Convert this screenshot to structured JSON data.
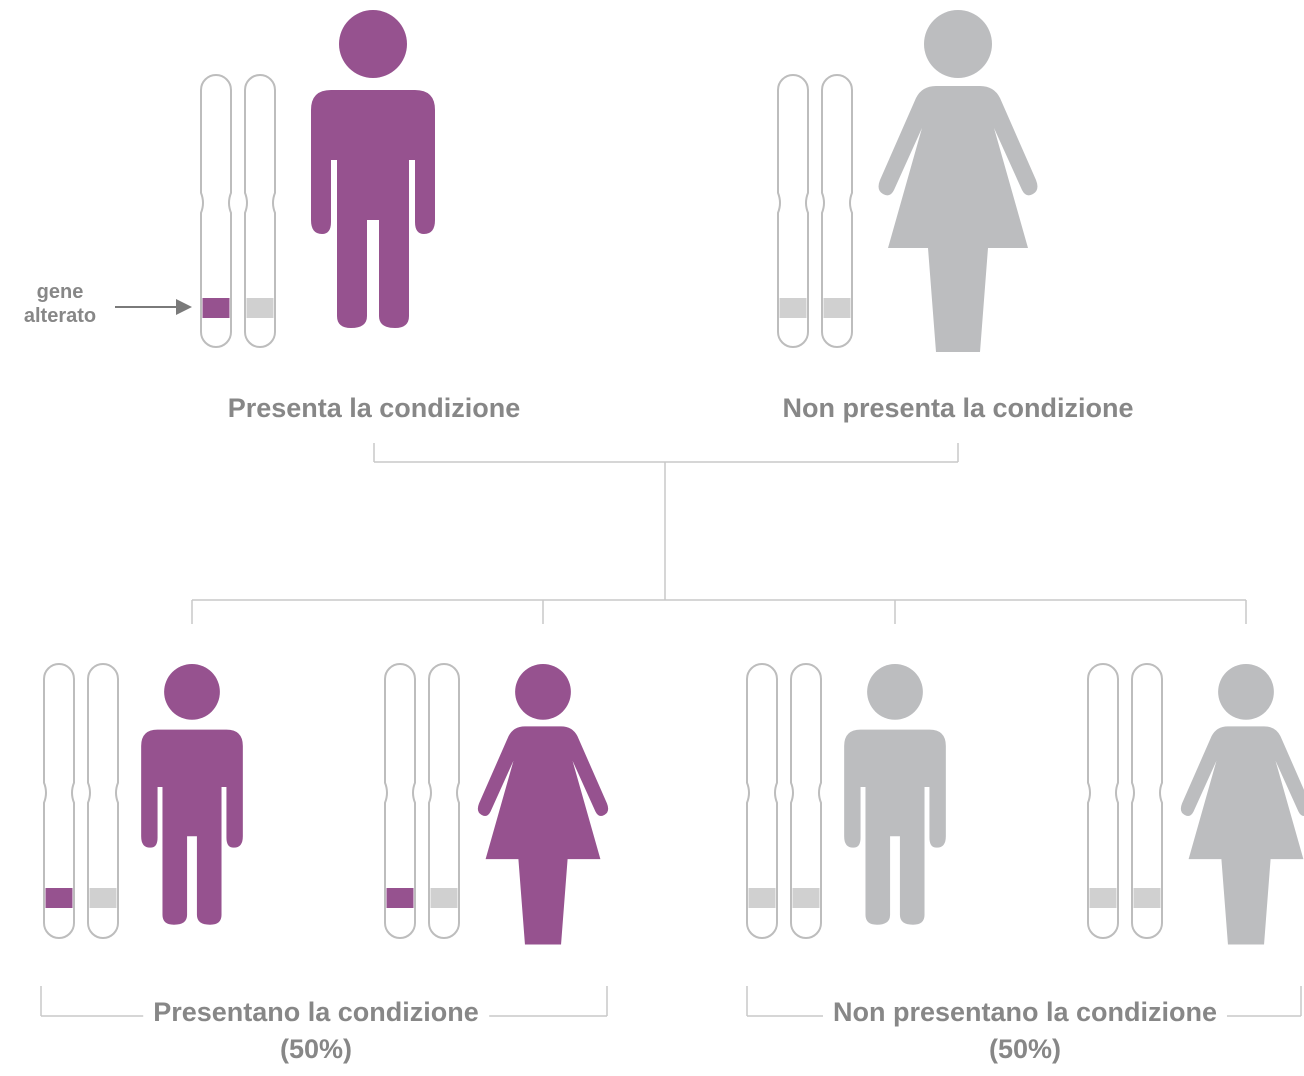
{
  "colors": {
    "affected": "#96528f",
    "unaffected": "#bcbdbf",
    "chromosome_outline": "#bdbdbd",
    "normal_gene_band": "#d0d0d0",
    "connector": "#c8c8c8",
    "text": "#878787"
  },
  "annotation": {
    "line1": "gene",
    "line2": "alterato"
  },
  "parents": [
    {
      "label": "Presenta la condizione",
      "sex": "male",
      "affected": true
    },
    {
      "label": "Non presenta la condizione",
      "sex": "female",
      "affected": false
    }
  ],
  "children": [
    {
      "sex": "male",
      "affected": true
    },
    {
      "sex": "female",
      "affected": true
    },
    {
      "sex": "male",
      "affected": false
    },
    {
      "sex": "female",
      "affected": false
    }
  ],
  "groups": [
    {
      "label": "Presentano la condizione",
      "percent": "(50%)"
    },
    {
      "label": "Non presentano la condizione",
      "percent": "(50%)"
    }
  ]
}
